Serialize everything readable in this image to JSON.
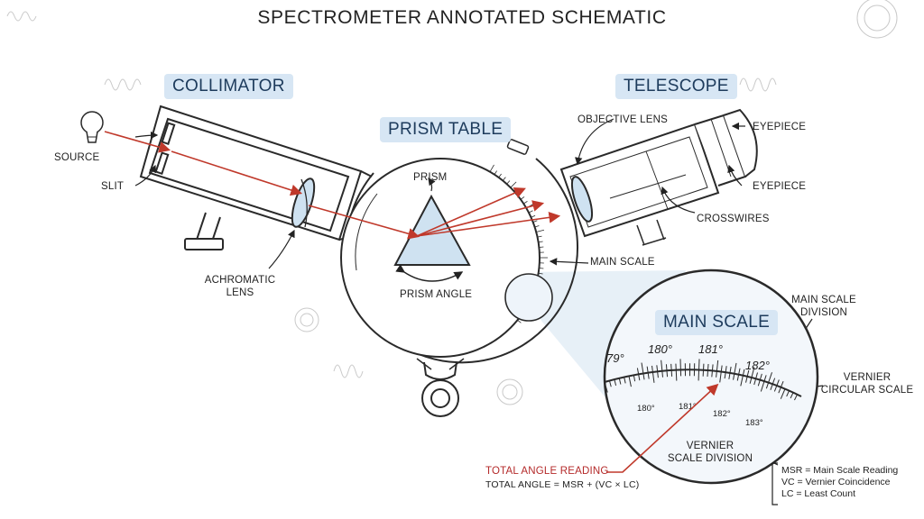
{
  "title": "SPECTROMETER ANNOTATED SCHEMATIC",
  "sections": {
    "collimator": "COLLIMATOR",
    "telescope": "TELESCOPE",
    "prism_table": "PRISM TABLE",
    "main_scale": "MAIN SCALE"
  },
  "labels": {
    "source": "SOURCE",
    "slit": "SLIT",
    "achromatic_lens_1": "ACHROMATIC",
    "achromatic_lens_2": "LENS",
    "prism": "PRISM",
    "prism_angle": "PRISM ANGLE",
    "objective_lens": "OBJECTIVE LENS",
    "eyepiece_top": "EYEPIECE",
    "eyepiece_bottom": "EYEPIECE",
    "crosswires": "CROSSWIRES",
    "main_scale": "MAIN SCALE",
    "main_scale_division_1": "MAIN SCALE",
    "main_scale_division_2": "DIVISION",
    "vernier_circular_1": "VERNIER",
    "vernier_circular_2": "CIRCULAR SCALE",
    "vernier_division_1": "VERNIER",
    "vernier_division_2": "SCALE DIVISION"
  },
  "scale_marks": {
    "main": [
      "79°",
      "180°",
      "181°",
      "182°"
    ],
    "vernier": [
      "180°",
      "181°",
      "182°",
      "183°"
    ]
  },
  "formula": {
    "heading": "TOTAL ANGLE READING",
    "equation": "TOTAL ANGLE = MSR + (VC × LC)"
  },
  "legend": [
    "MSR = Main Scale Reading",
    "VC = Vernier Coincidence",
    "LC = Least Count"
  ],
  "colors": {
    "ink": "#2a2a2a",
    "ray": "#c0392b",
    "pill": "#d7e6f4",
    "glass": "#cfe2f1",
    "zoom": "#dbe8f3"
  }
}
